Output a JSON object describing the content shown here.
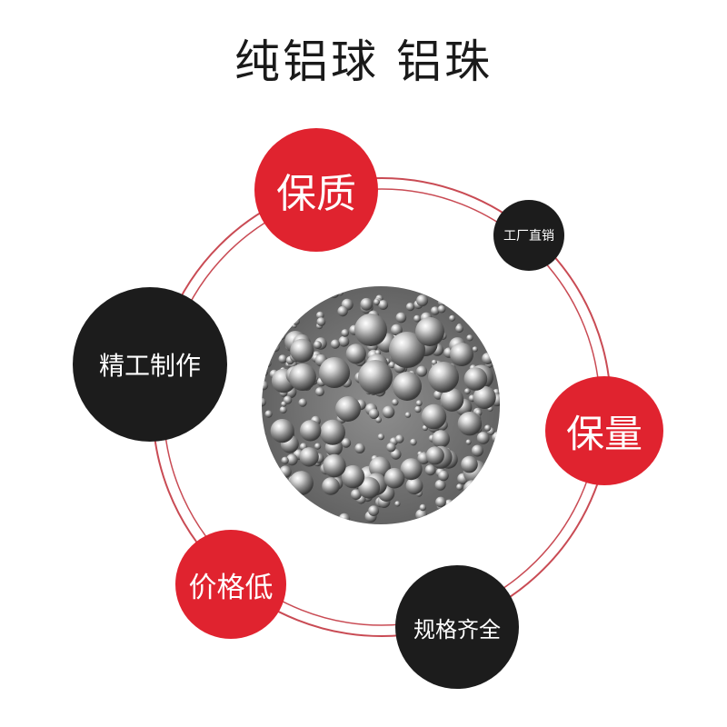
{
  "title": "纯铝球 铝珠",
  "features": {
    "quality": "保质",
    "factory_direct": "工厂直销",
    "fine_craft": "精工制作",
    "quantity": "保量",
    "low_price": "价格低",
    "full_specs": "规格齐全"
  },
  "colors": {
    "accent_red": "#e0232f",
    "dark": "#1c1c1c",
    "ring": "#c94b54"
  },
  "icons": {
    "center_image": "aluminum-balls-photo"
  }
}
